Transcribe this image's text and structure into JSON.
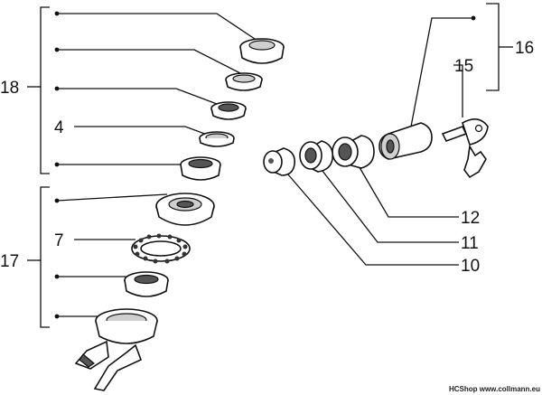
{
  "labels": {
    "p18": "18",
    "p4": "4",
    "p17": "17",
    "p7": "7",
    "p16": "16",
    "p15": "15",
    "p12": "12",
    "p11": "11",
    "p10": "10"
  },
  "watermark": "HCShop www.collmann.eu"
}
